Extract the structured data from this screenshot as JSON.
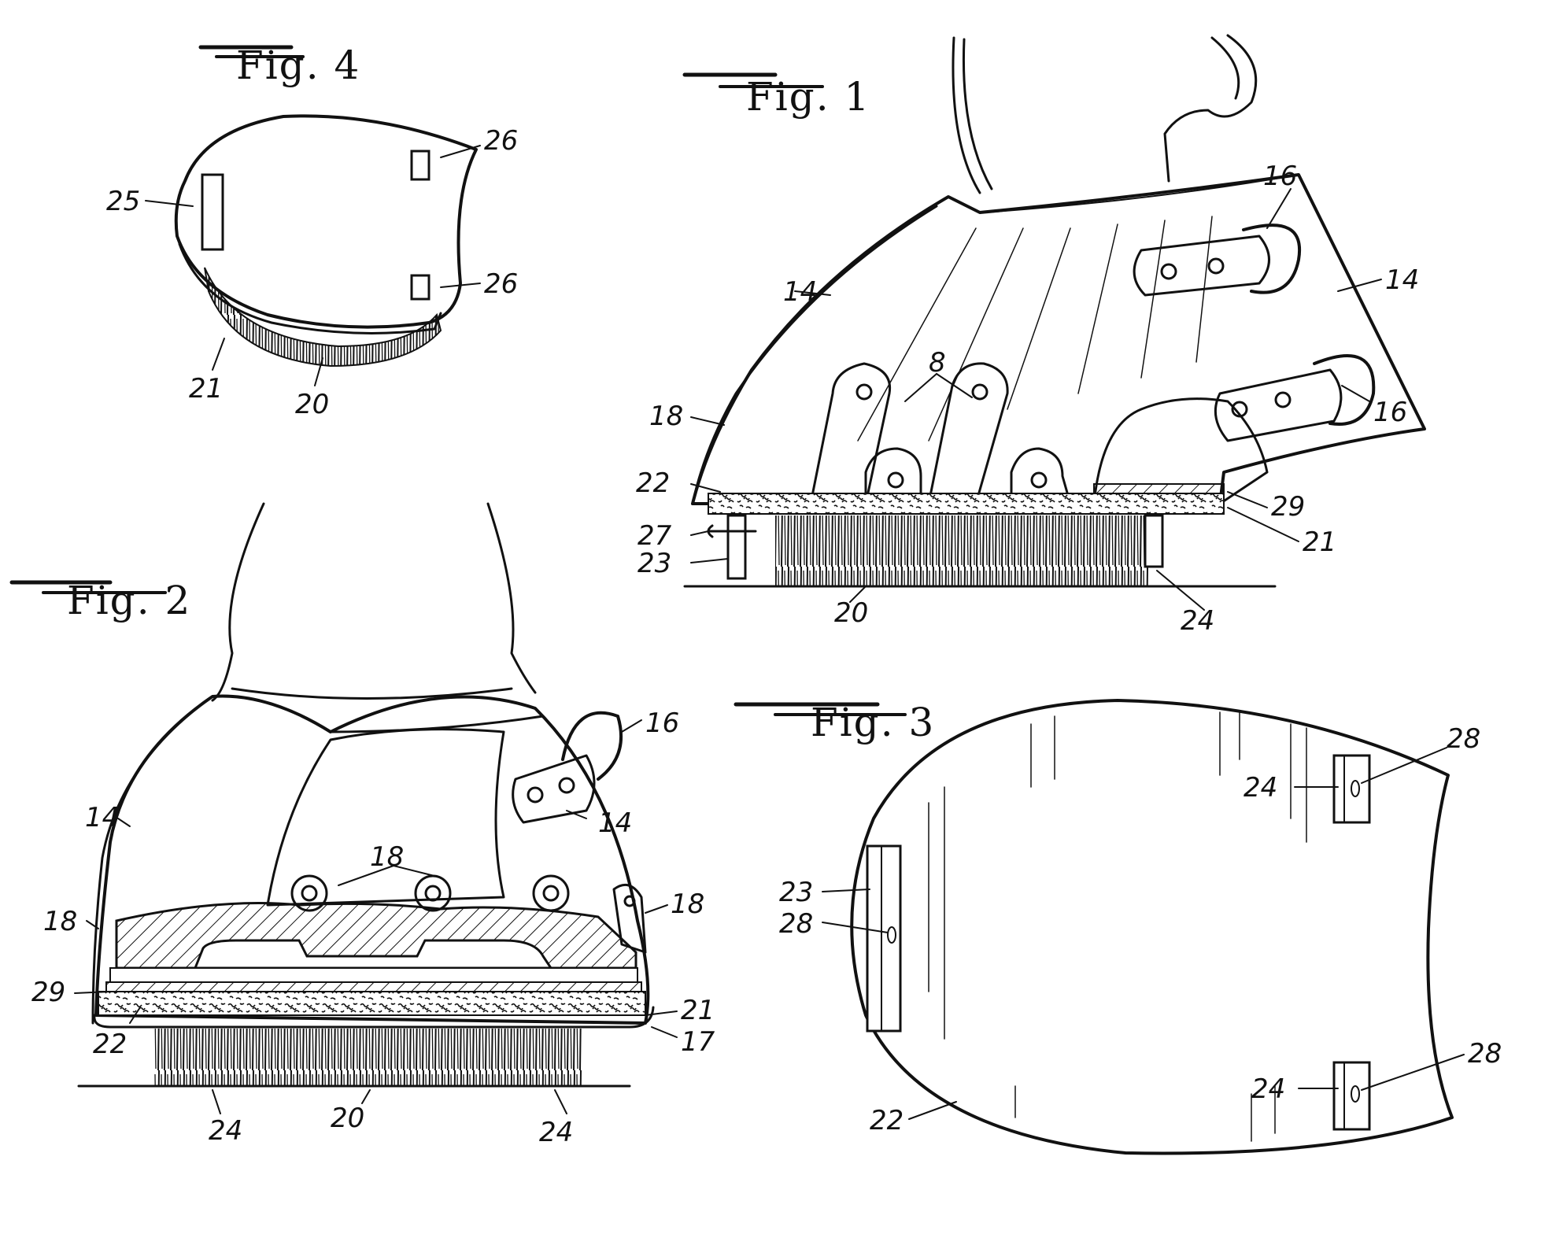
{
  "figures": {
    "fig4": {
      "title": "Fig. 4",
      "labels": {
        "l25": "25",
        "l26a": "26",
        "l26b": "26",
        "l21": "21",
        "l20": "20"
      }
    },
    "fig1": {
      "title": "Fig. 1",
      "labels": {
        "l16a": "16",
        "l14a": "14",
        "l14b": "14",
        "l16b": "16",
        "l8": "8",
        "l18": "18",
        "l22": "22",
        "l27": "27",
        "l23": "23",
        "l29": "29",
        "l21": "21",
        "l20": "20",
        "l24": "24"
      }
    },
    "fig2": {
      "title": "Fig. 2",
      "labels": {
        "l16": "16",
        "l14a": "14",
        "l14b": "14",
        "l18a": "18",
        "l18b": "18",
        "l18c": "18",
        "l29": "29",
        "l21": "21",
        "l22": "22",
        "l17": "17",
        "l24a": "24",
        "l20": "20",
        "l24b": "24"
      }
    },
    "fig3": {
      "title": "Fig. 3",
      "labels": {
        "l28a": "28",
        "l24a": "24",
        "l23": "23",
        "l28b": "28",
        "l28c": "28",
        "l24b": "24",
        "l22": "22"
      }
    }
  }
}
